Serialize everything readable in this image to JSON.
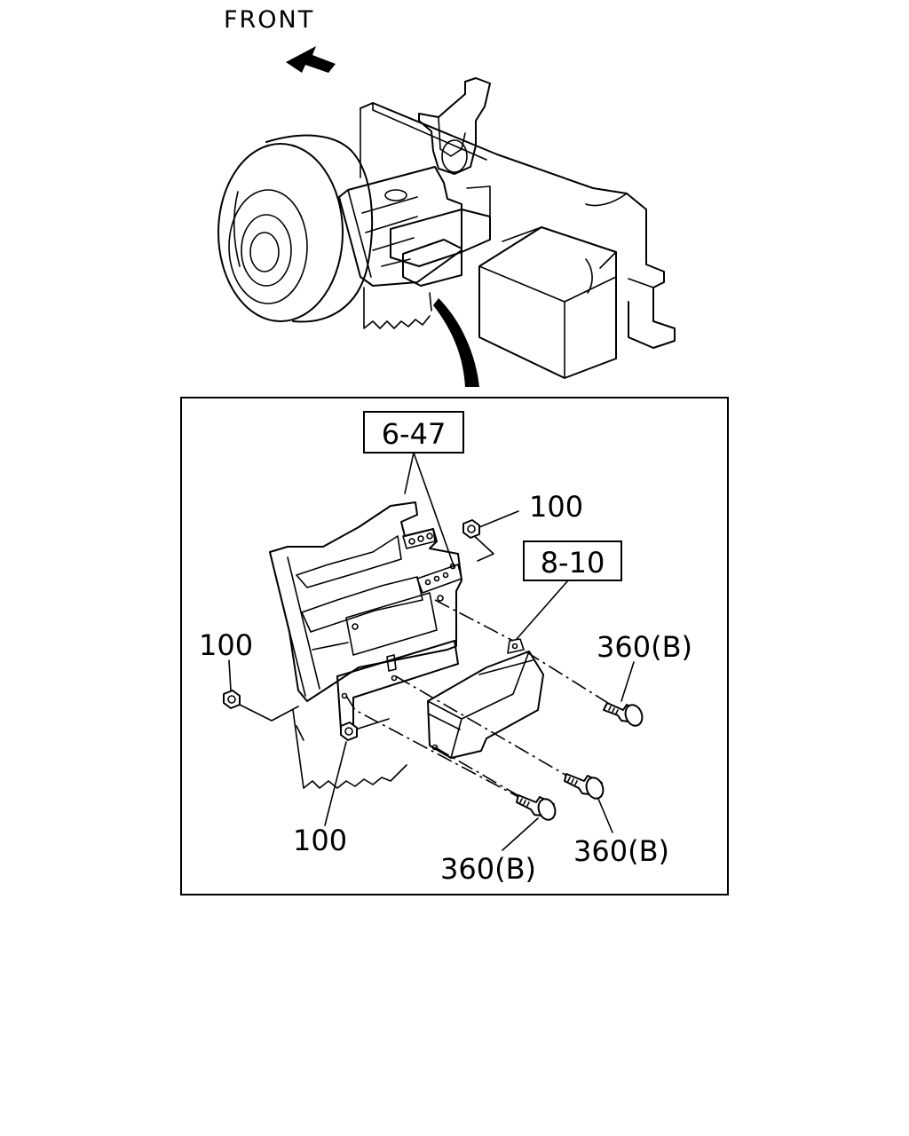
{
  "direction_label": "FRONT",
  "callouts": {
    "ref_box_1": "6-47",
    "ref_box_2": "8-10",
    "nut_top": "100",
    "nut_left": "100",
    "nut_bottom": "100",
    "bolt_right": "360(B)",
    "bolt_middle": "360(B)",
    "bolt_bottom": "360(B)"
  },
  "icons": {
    "direction_arrow": "front-arrow-icon"
  }
}
